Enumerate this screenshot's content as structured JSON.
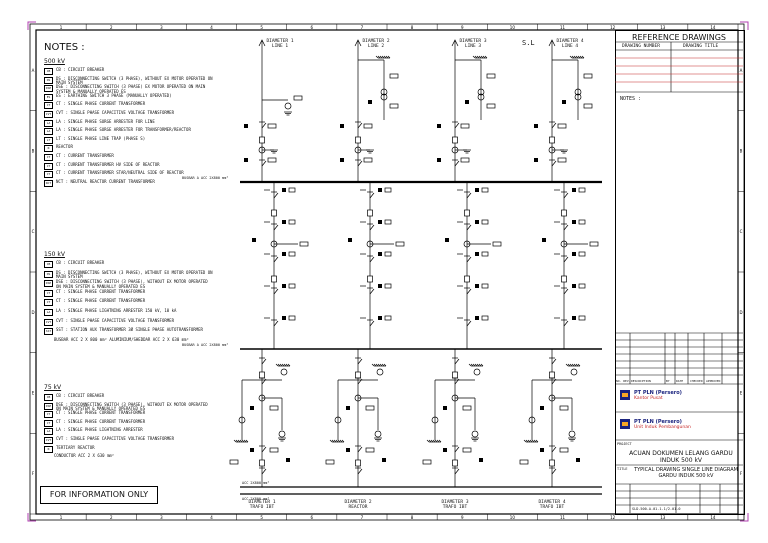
{
  "notes": {
    "title": "NOTES :",
    "sections": [
      {
        "heading": "500 kV",
        "items": [
          {
            "sym": "CB",
            "text": "CB : CIRCUIT BREAKER"
          },
          {
            "sym": "DS",
            "text": "DS : DISCONNECTING SWITCH (3 PHASE), WITHOUT EX MOTOR OPERATED ON MAIN SYSTEM"
          },
          {
            "sym": "DSE",
            "text": "DSE : DISCONNECTING SWITCH (3 PHASE) EX MOTOR OPERATED ON MAIN SYSTEM & MANUALLY OPERATED ES"
          },
          {
            "sym": "ES",
            "text": "ES : EARTHING SWITCH 3 PHASE (MANUALLY OPERATED)"
          },
          {
            "sym": "CT",
            "text": "CT : SINGLE PHASE CURRENT TRANSFORMER"
          },
          {
            "sym": "CVT",
            "text": "CVT : SINGLE PHASE CAPACITIVE VOLTAGE TRANSFORMER"
          },
          {
            "sym": "LA",
            "text": "LA : SINGLE PHASE SURGE ARRESTER FOR LINE"
          },
          {
            "sym": "LA",
            "text": "LA : SINGLE PHASE SURGE ARRESTER FOR TRANSFORMER/REACTOR"
          },
          {
            "sym": "LT",
            "text": "LT : SINGLE PHASE LINE TRAP (PHASE S)"
          },
          {
            "sym": "R",
            "text": "REACTOR"
          },
          {
            "sym": "CT",
            "text": "CT : CURRENT TRANSFORMER"
          },
          {
            "sym": "CT",
            "text": "CT : CURRENT TRANSFORMER HV SIDE OF REACTOR"
          },
          {
            "sym": "CT",
            "text": "CT : CURRENT TRANSFORMER STAR/NEUTRAL SIDE OF REACTOR"
          },
          {
            "sym": "NCT",
            "text": "NCT : NEUTRAL REACTOR CURRENT TRANSFORMER"
          }
        ]
      },
      {
        "heading": "150 kV",
        "items": [
          {
            "sym": "CB",
            "text": "CB : CIRCUIT BREAKER"
          },
          {
            "sym": "DS",
            "text": "DS : DISCONNECTING SWITCH (3 PHASE), WITHOUT EX MOTOR OPERATED ON MAIN SYSTEM"
          },
          {
            "sym": "DSE",
            "text": "DSE : DISCONNECTING SWITCH (3 PHASE), WITHOUT EX MOTOR OPERATED ON MAIN SYSTEM & MANUALLY OPERATED ES"
          },
          {
            "sym": "CT",
            "text": "CT : SINGLE PHASE CURRENT TRANSFORMER"
          },
          {
            "sym": "CT",
            "text": "CT : SINGLE PHASE CURRENT TRANSFORMER"
          },
          {
            "sym": "LA",
            "text": "LA : SINGLE PHASE LIGHTNING ARRESTER 150 kV, 10 kA"
          },
          {
            "sym": "CVT",
            "text": "CVT : SINGLE PHASE CAPACITIVE VOLTAGE TRANSFORMER"
          },
          {
            "sym": "SST",
            "text": "SST : STATION AUX TRANSFORMER 3Ø SINGLE PHASE AUTOTRANSFORMER"
          },
          {
            "sym": "",
            "text": "BUSBAR ACC 2 X 800 mm² ALUMINIUM/SHEDDAR ACC 2 X 630 mm²"
          }
        ]
      },
      {
        "heading": "75 kV",
        "items": [
          {
            "sym": "CB",
            "text": "CB : CIRCUIT BREAKER"
          },
          {
            "sym": "DSE",
            "text": "DSE : DISCONNECTING SWITCH (3 PHASE), WITHOUT EX MOTOR OPERATED ON MAIN SYSTEM & MANUALLY OPERATED ES"
          },
          {
            "sym": "CT",
            "text": "CT : SINGLE PHASE CURRENT TRANSFORMER"
          },
          {
            "sym": "CT",
            "text": "CT : SINGLE PHASE CURRENT TRANSFORMER"
          },
          {
            "sym": "LA",
            "text": "LA : SINGLE PHASE LIGHTNING ARRESTER"
          },
          {
            "sym": "CVT",
            "text": "CVT : SINGLE PHASE CAPACITIVE VOLTAGE TRANSFORMER"
          },
          {
            "sym": "R",
            "text": "TERTIARY REACTOR"
          },
          {
            "sym": "",
            "text": "CONDUCTOR ACC 2 X 630 mm²"
          }
        ]
      }
    ],
    "footer": "FOR INFORMATION ONLY"
  },
  "diagram": {
    "top_feeders": [
      "DIAMETER 1 LINE 1",
      "DIAMETER 2 LINE 2",
      "DIAMETER 3 LINE 3",
      "DIAMETER 4 LINE 4"
    ],
    "sl_label": "S.L",
    "bottom_feeders": [
      "DIAMETER 1 TRAFO IBT",
      "DIAMETER 2 REACTOR",
      "DIAMETER 3 TRAFO IBT",
      "DIAMETER 4 TRAFO IBT"
    ],
    "bus_500": "BUSBAR A ACC 2X800 mm²",
    "bus_150": "BUSBAR A ACC 2X800 mm²",
    "bus_75a": "ACC 2X800 mm²",
    "bus_75b": "ACC 2X800 mm²"
  },
  "title_block": {
    "ref_title": "REFERENCE DRAWINGS",
    "col_number": "DRAWING NUMBER",
    "col_title": "DRAWING TITLE",
    "notes_label": "NOTES :",
    "rev_headers": [
      "NO. REV.",
      "DESCRIPTION",
      "BY",
      "DATE",
      "CHECKED",
      "APPROVED"
    ],
    "company1": "PT PLN (Persero)",
    "company1_sub": "Kantor Pusat",
    "company2": "PT PLN (Persero)",
    "company2_sub": "Unit Induk Pembangunan",
    "project_label": "PROJECT",
    "project": "ACUAN DOKUMEN LELANG GARDU INDUK 500 kV",
    "title_label": "TITLE",
    "drawing_title": "TYPICAL DRAWING SINGLE LINE DIAGRAM GARDU INDUK 500 kV",
    "drawing_number": "SLD-500-A-01-1-1/2-01-0"
  },
  "grid": {
    "top_numbers": [
      "1",
      "2",
      "3",
      "4",
      "5",
      "6",
      "7",
      "8",
      "9",
      "10",
      "11",
      "12",
      "13",
      "14"
    ],
    "side_letters": [
      "A",
      "B",
      "C",
      "D",
      "E",
      "F"
    ]
  }
}
